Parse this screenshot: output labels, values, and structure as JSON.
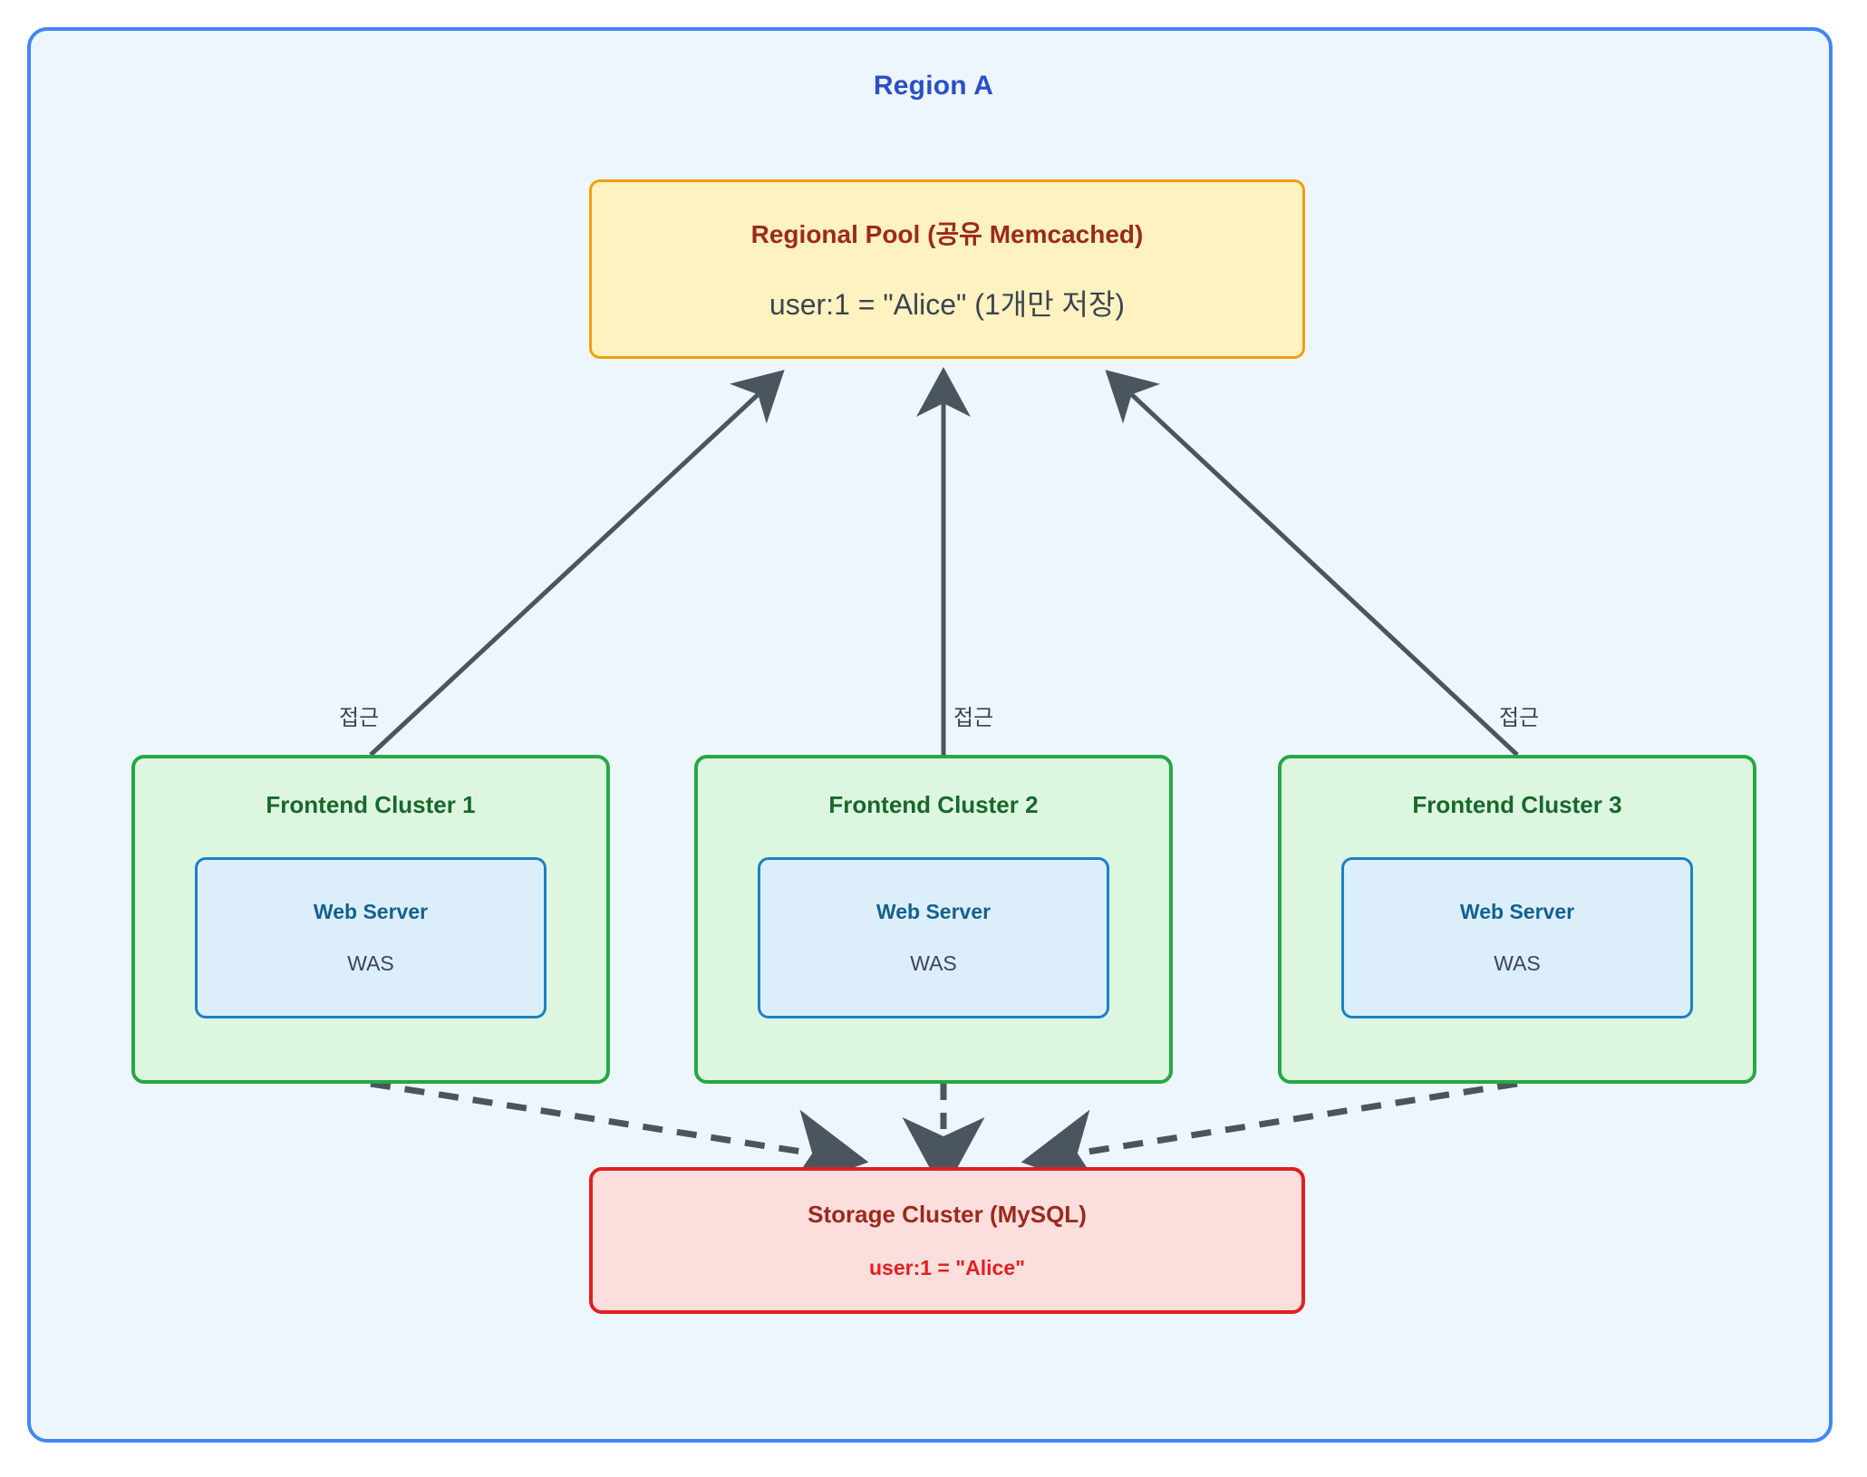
{
  "diagram": {
    "region": {
      "title": "Region A"
    },
    "pool": {
      "title": "Regional Pool (공유 Memcached)",
      "detail": "user:1 = \"Alice\" (1개만 저장)"
    },
    "clusters": [
      {
        "title": "Frontend Cluster 1",
        "server_title": "Web Server",
        "server_sub": "WAS",
        "edge_label": "접근"
      },
      {
        "title": "Frontend Cluster 2",
        "server_title": "Web Server",
        "server_sub": "WAS",
        "edge_label": "접근"
      },
      {
        "title": "Frontend Cluster 3",
        "server_title": "Web Server",
        "server_sub": "WAS",
        "edge_label": "접근"
      }
    ],
    "storage": {
      "title": "Storage Cluster (MySQL)",
      "detail": "user:1 = \"Alice\""
    },
    "colors": {
      "region_border": "#4286f5",
      "region_fill": "#eef6fd",
      "region_title": "#2b4fc4",
      "pool_border": "#f0a007",
      "pool_fill": "#fdf2c0",
      "pool_title": "#9b2a1c",
      "cluster_border": "#28a745",
      "cluster_fill": "#ddf6e0",
      "cluster_title": "#17682a",
      "server_border": "#1b80c8",
      "server_fill": "#ddeefb",
      "server_title": "#11628f",
      "storage_border": "#e02020",
      "storage_fill": "#fcdedd",
      "storage_title": "#9b2a1c",
      "storage_detail": "#e02020",
      "edge": "#4a555f",
      "text": "#3c4451"
    }
  }
}
